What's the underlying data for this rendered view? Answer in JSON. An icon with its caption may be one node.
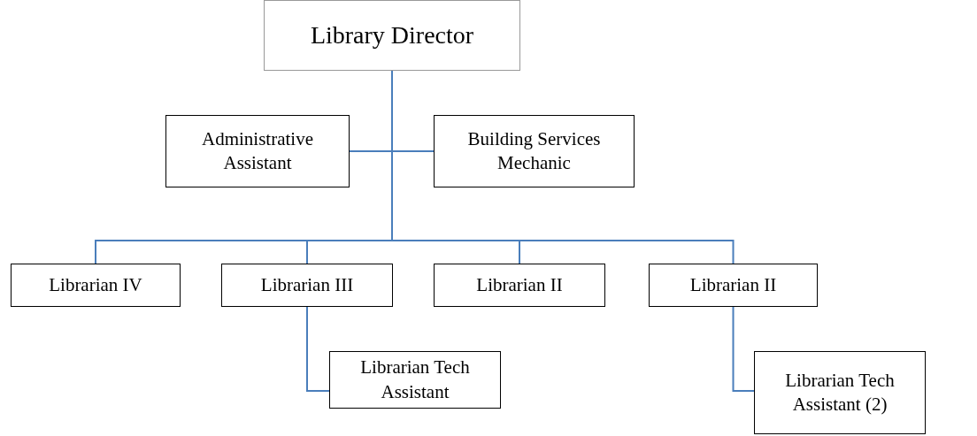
{
  "diagram": {
    "nodes": [
      {
        "text": [
          "Library Director"
        ]
      },
      {
        "text": [
          "Administrative Assistant"
        ]
      },
      {
        "text": [
          "Building Services Mechanic"
        ]
      },
      {
        "text": [
          "Librarian IV"
        ]
      },
      {
        "text": [
          "Librarian III"
        ]
      },
      {
        "text": [
          "Librarian II"
        ]
      },
      {
        "text": [
          "Librarian II"
        ]
      },
      {
        "text": [
          "Librarian Tech Assistant"
        ]
      },
      {
        "text": [
          "Librarian Tech Assistant (2)"
        ]
      }
    ],
    "edges": [
      {
        "from": 0,
        "to": 1,
        "arrow": "none"
      },
      {
        "from": 0,
        "to": 2,
        "arrow": "none"
      },
      {
        "from": 0,
        "to": 3,
        "arrow": "none"
      },
      {
        "from": 0,
        "to": 4,
        "arrow": "none"
      },
      {
        "from": 0,
        "to": 5,
        "arrow": "none"
      },
      {
        "from": 0,
        "to": 6,
        "arrow": "none"
      },
      {
        "from": 4,
        "to": 7,
        "arrow": "none"
      },
      {
        "from": 6,
        "to": 8,
        "arrow": "none"
      }
    ]
  }
}
